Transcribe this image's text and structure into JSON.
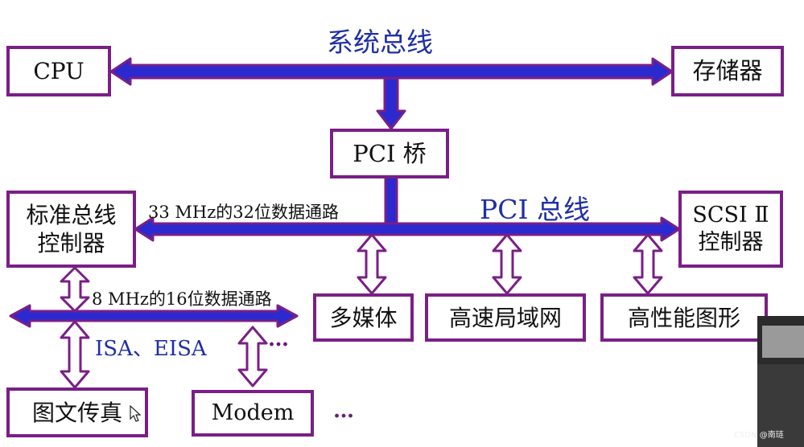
{
  "diagram": {
    "system_bus_label": "系统总线",
    "pci_bus_label": "PCI 总线",
    "pci_path_label": "33 MHz的32位数据通路",
    "isa_path_label": "8 MHz的16位数据通路",
    "isa_bus_label": "ISA、EISA",
    "ellipsis_isa": "…",
    "ellipsis_bottom": "…",
    "boxes": {
      "cpu": "CPU",
      "memory": "存储器",
      "pci_bridge": "PCI 桥",
      "std_bus_ctrl": "标准总线\n控制器",
      "scsi_ctrl": "SCSI Ⅱ\n控制器",
      "multimedia": "多媒体",
      "lan": "高速局域网",
      "graphics": "高性能图形",
      "fax": "图文传真",
      "modem": "Modem"
    },
    "colors": {
      "bus_fill": "#2a2ad0",
      "bus_outline": "#7a1f86",
      "text_blue": "#1f2fa6"
    }
  },
  "watermark": "CSDN @南琏"
}
